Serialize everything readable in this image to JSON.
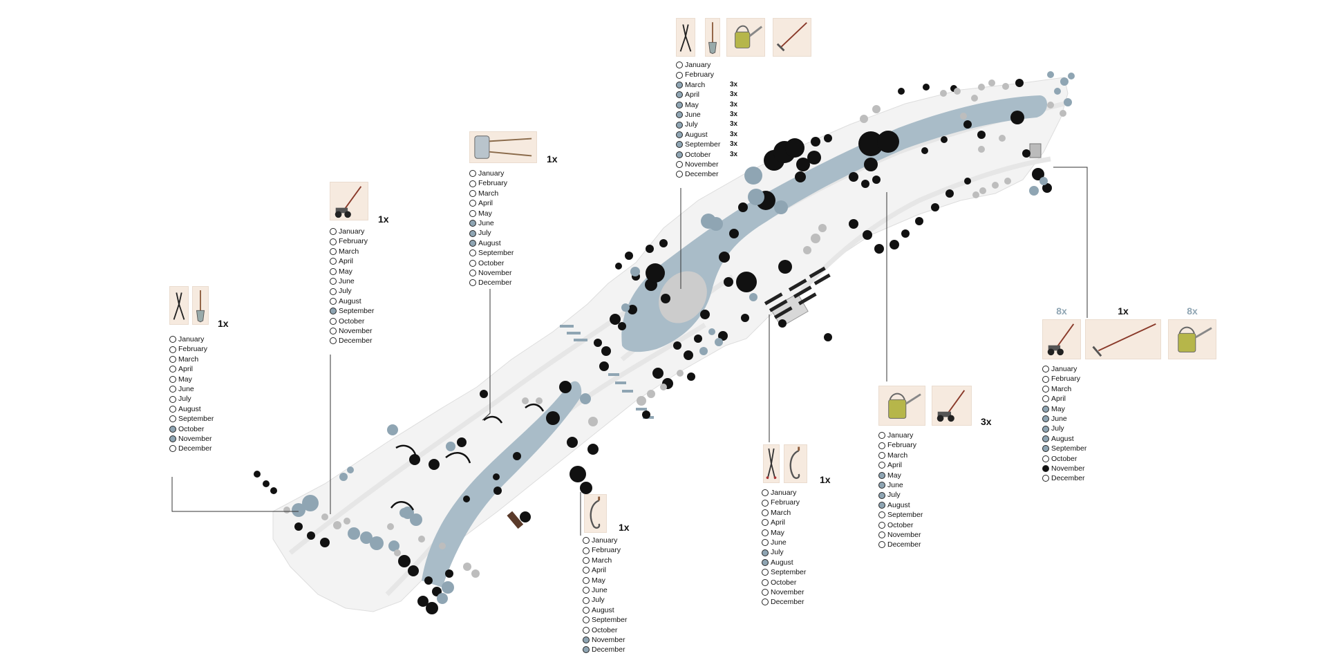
{
  "months": [
    "January",
    "February",
    "March",
    "April",
    "May",
    "June",
    "July",
    "August",
    "September",
    "October",
    "November",
    "December"
  ],
  "colors": {
    "water": "#a9bcc8",
    "path": "#eeeeee",
    "lawn": "#f5f5f5",
    "tree_dark": "#111111",
    "tree_blue": "#8fa5b3",
    "tree_grey": "#bdbdbd",
    "tool_bg": "#f6eadf"
  },
  "annotations": [
    {
      "id": "pruning-spade",
      "tools": [
        "pruning-shears-icon",
        "spade-icon"
      ],
      "count": "1x",
      "active": [
        9,
        10
      ],
      "black": []
    },
    {
      "id": "lawnmower",
      "tools": [
        "push-lawnmower-icon"
      ],
      "count": "1x",
      "active": [
        8
      ],
      "black": []
    },
    {
      "id": "lawn-roller",
      "tools": [
        "lawn-roller-icon"
      ],
      "count": "1x",
      "active": [
        5,
        6,
        7
      ],
      "black": []
    },
    {
      "id": "main-maintenance",
      "tools": [
        "pruning-shears-icon",
        "spade-icon",
        "watering-can-icon",
        "hoe-icon"
      ],
      "count": "",
      "active": [
        2,
        3,
        4,
        5,
        6,
        7,
        8,
        9
      ],
      "black": [],
      "repeats": [
        "",
        "",
        "3x",
        "3x",
        "3x",
        "3x",
        "3x",
        "3x",
        "3x",
        "3x",
        "",
        ""
      ]
    },
    {
      "id": "sickle",
      "tools": [
        "sickle-icon"
      ],
      "count": "1x",
      "active": [
        10,
        11
      ],
      "black": []
    },
    {
      "id": "hedge-sickle",
      "tools": [
        "hedge-shears-icon",
        "sickle-icon"
      ],
      "count": "1x",
      "active": [
        6,
        7
      ],
      "black": []
    },
    {
      "id": "water-mow",
      "tools": [
        "watering-can-icon",
        "push-lawnmower-icon"
      ],
      "count": "3x",
      "active": [
        4,
        5,
        6,
        7
      ],
      "black": []
    },
    {
      "id": "east-lawn",
      "tools": [
        "push-lawnmower-icon",
        "rake-icon",
        "watering-can-icon"
      ],
      "tool_counts": [
        "8x",
        "1x",
        "8x"
      ],
      "count": "",
      "active": [
        4,
        5,
        6,
        7,
        8
      ],
      "black": [
        10
      ]
    }
  ]
}
